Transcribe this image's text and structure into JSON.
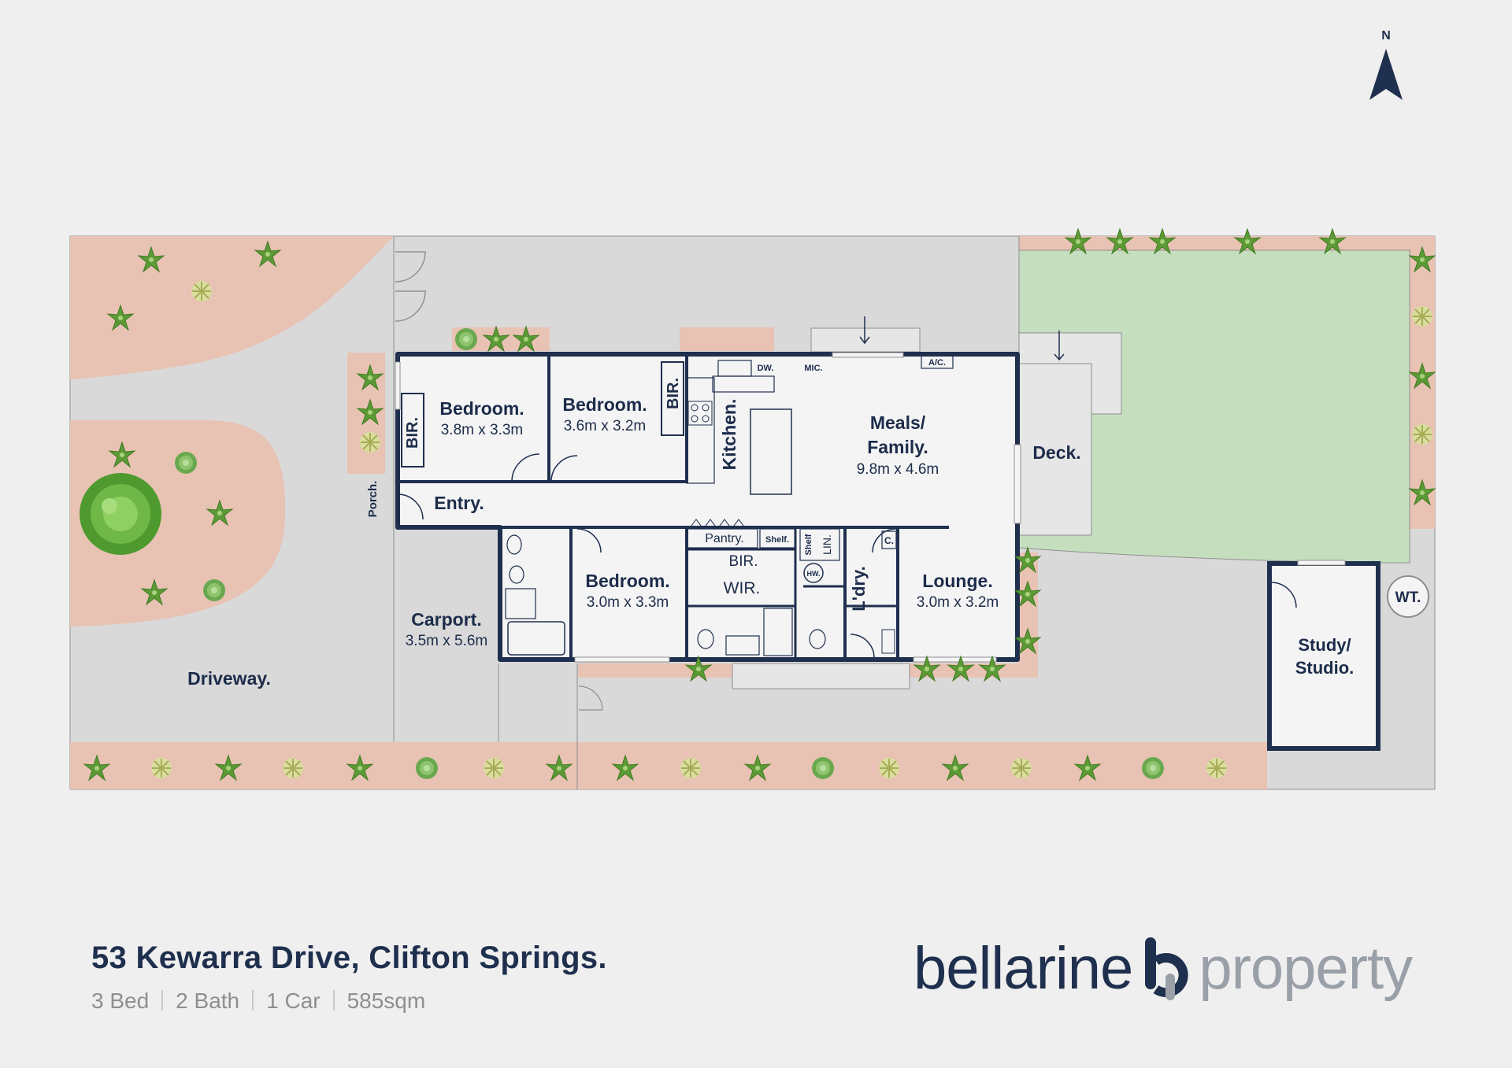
{
  "north": {
    "label": "N"
  },
  "rooms": {
    "bed1": {
      "name": "Bedroom.",
      "dims": "3.8m x 3.3m"
    },
    "bed2": {
      "name": "Bedroom.",
      "dims": "3.6m x 3.2m"
    },
    "bed3": {
      "name": "Bedroom.",
      "dims": "3.0m x 3.3m"
    },
    "meals": {
      "name_line1": "Meals/",
      "name_line2": "Family.",
      "dims": "9.8m x 4.6m"
    },
    "lounge": {
      "name": "Lounge.",
      "dims": "3.0m x 3.2m"
    },
    "carport": {
      "name": "Carport.",
      "dims": "3.5m x 5.6m"
    },
    "kitchen": {
      "name": "Kitchen."
    },
    "entry": {
      "name": "Entry."
    },
    "porch": {
      "name": "Porch."
    },
    "deck": {
      "name": "Deck."
    },
    "driveway": {
      "name": "Driveway."
    },
    "ldry": {
      "name": "L'dry."
    },
    "wir": {
      "name": "WIR."
    },
    "bir_a": {
      "name": "BIR."
    },
    "bir_b": {
      "name": "BIR."
    },
    "bir_c": {
      "name": "BIR."
    },
    "pantry": {
      "name": "Pantry."
    },
    "shelf_a": {
      "name": "Shelf."
    },
    "shelf_b": {
      "name": "Shelf"
    },
    "lin": {
      "name": "LIN."
    },
    "hw": {
      "name": "HW."
    },
    "c": {
      "name": "C."
    },
    "dw": {
      "name": "DW."
    },
    "mic": {
      "name": "MIC."
    },
    "ac": {
      "name": "A/C."
    },
    "wt": {
      "name": "WT."
    },
    "study_line1": "Study/",
    "study_line2": "Studio."
  },
  "footer": {
    "address": "53 Kewarra Drive, Clifton Springs.",
    "beds": "3 Bed",
    "baths": "2 Bath",
    "cars": "1 Car",
    "area": "585sqm"
  },
  "brand": {
    "part1": "bellarine",
    "part2": "property"
  },
  "colors": {
    "background": "#efefef",
    "paving": "#d9d9d9",
    "garden_bed": "#e8c2b3",
    "lawn": "#c5dfbe",
    "floor": "#f4f4f4",
    "wall": "#1f2f4e",
    "plant_green": "#5c9a35"
  }
}
